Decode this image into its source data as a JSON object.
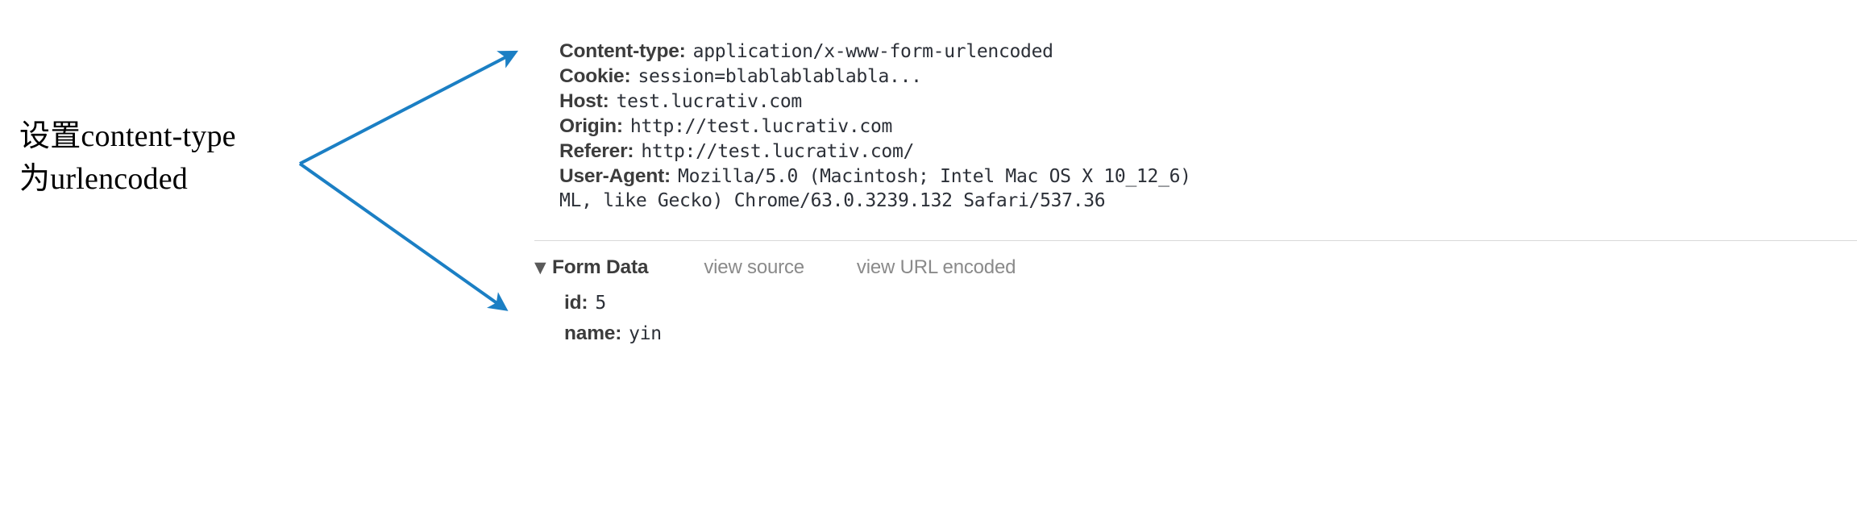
{
  "annotation": {
    "lines": [
      "设置content-type",
      "为urlencoded"
    ],
    "arrow_color": "#1b7fc4"
  },
  "devtools": {
    "request_headers": [
      {
        "name": "Content-type:",
        "value": "application/x-www-form-urlencoded"
      },
      {
        "name": "Cookie:",
        "value": "session=blablablablabla..."
      },
      {
        "name": "Host:",
        "value": "test.lucrativ.com"
      },
      {
        "name": "Origin:",
        "value": "http://test.lucrativ.com"
      },
      {
        "name": "Referer:",
        "value": "http://test.lucrativ.com/"
      },
      {
        "name": "User-Agent:",
        "value": "Mozilla/5.0 (Macintosh; Intel Mac OS X 10_12_6)"
      }
    ],
    "user_agent_wrap": "ML, like Gecko) Chrome/63.0.3239.132 Safari/537.36",
    "form_data": {
      "disclosure_icon": "▼",
      "title": "Form Data",
      "view_source_label": "view source",
      "view_url_encoded_label": "view URL encoded",
      "rows": [
        {
          "key": "id:",
          "value": "5"
        },
        {
          "key": "name:",
          "value": "yin"
        }
      ]
    }
  }
}
